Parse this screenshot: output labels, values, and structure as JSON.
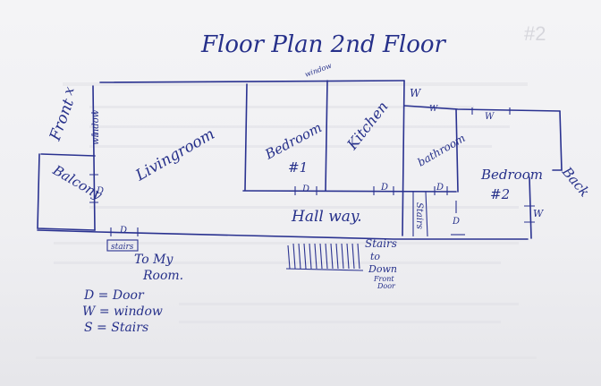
{
  "title": "Floor Plan 2nd Floor",
  "corner_mark": "#2",
  "labels": {
    "front": "Front",
    "back": "Back",
    "balcony": "Balcony",
    "livingroom": "Livingroom",
    "bedroom1": "Bedroom",
    "bedroom1_num": "#1",
    "kitchen": "Kitchen",
    "bathroom": "bathroom",
    "bedroom2": "Bedroom",
    "bedroom2_num": "#2",
    "hallway": "Hall way.",
    "to_my_room_1": "To My",
    "to_my_room_2": "Room.",
    "stairs_down_1": "Stairs",
    "stairs_down_2": "to",
    "stairs_down_3": "Down",
    "stairs_down_4": "Front",
    "stairs_down_5": "Door",
    "stairs_small": "stairs",
    "stairs_vertical": "Stairs"
  },
  "marks": {
    "door": "D",
    "window": "W",
    "window_word": "window",
    "window_vertical": "window"
  },
  "legend": [
    "D = Door",
    "W = window",
    "S = Stairs"
  ]
}
